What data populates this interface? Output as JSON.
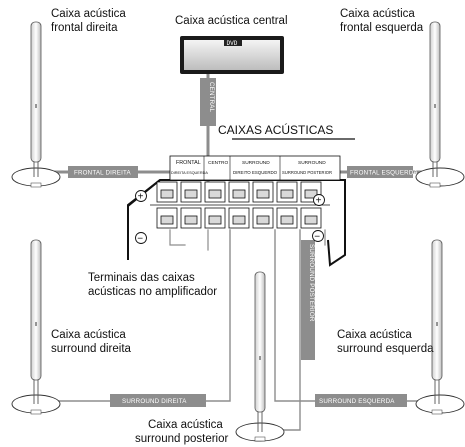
{
  "labels": {
    "front_right_1": "Caixa acústica",
    "front_right_2": "frontal direita",
    "center": "Caixa acústica central",
    "front_left_1": "Caixa acústica",
    "front_left_2": "frontal esquerda",
    "caixas": "CAIXAS ACÚSTICAS",
    "terminals_1": "Terminais das caixas",
    "terminals_2": "acústicas no amplificador",
    "surr_right_1": "Caixa acústica",
    "surr_right_2": "surround direita",
    "surr_left_1": "Caixa acústica",
    "surr_left_2": "surround esquerda",
    "surr_back_1": "Caixa acústica",
    "surr_back_2": "surround posterior"
  },
  "cable_tags": {
    "central": "CENTRAL",
    "frontal_direita": "FRONTAL DIREITA",
    "frontal_esquerda": "FRONTAL ESQUERDA",
    "surround_posterior": "SURROUND POSTERIOR",
    "surround_direita": "SURROUND DIREITA",
    "surround_esquerda": "SURROUND ESQUERDA"
  },
  "panel": {
    "col_frontal": "FRONTAL",
    "col_frontal_sub": "DIREITA ESQUERDA",
    "col_centro": "CENTRO",
    "col_surround": "SURROUND",
    "col_surround_sub": "DIREITO ESQUERDO",
    "col_surround_back": "SURROUND",
    "col_surround_back_sub": "SURROUND POSTERIOR",
    "plus": "+",
    "minus": "−"
  },
  "center_display": "DVD"
}
